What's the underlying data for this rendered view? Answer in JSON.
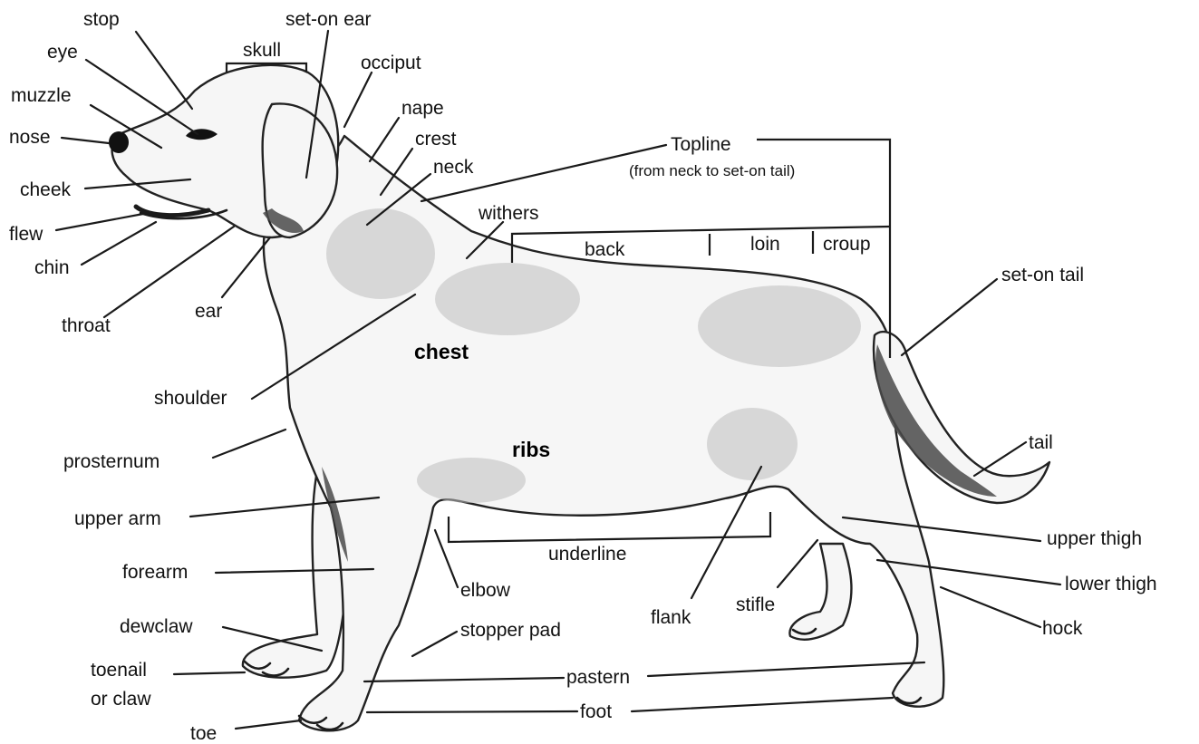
{
  "labels": {
    "stop": "stop",
    "set_on_ear": "set-on ear",
    "skull": "skull",
    "eye": "eye",
    "occiput": "occiput",
    "muzzle": "muzzle",
    "nape": "nape",
    "nose": "nose",
    "crest": "crest",
    "neck": "neck",
    "topline": "Topline",
    "topline_note": "(from neck to set-on tail)",
    "cheek": "cheek",
    "withers": "withers",
    "flew": "flew",
    "back": "back",
    "loin": "loin",
    "croup": "croup",
    "chin": "chin",
    "set_on_tail": "set-on tail",
    "throat": "throat",
    "ear": "ear",
    "chest": "chest",
    "shoulder": "shoulder",
    "ribs": "ribs",
    "tail": "tail",
    "prosternum": "prosternum",
    "upper_arm": "upper arm",
    "underline": "underline",
    "upper_thigh": "upper thigh",
    "forearm": "forearm",
    "elbow": "elbow",
    "lower_thigh": "lower thigh",
    "dewclaw": "dewclaw",
    "stopper_pad": "stopper pad",
    "flank": "flank",
    "stifle": "stifle",
    "hock": "hock",
    "toenail_1": "toenail",
    "toenail_2": "or claw",
    "pastern": "pastern",
    "toe": "toe",
    "foot": "foot"
  }
}
